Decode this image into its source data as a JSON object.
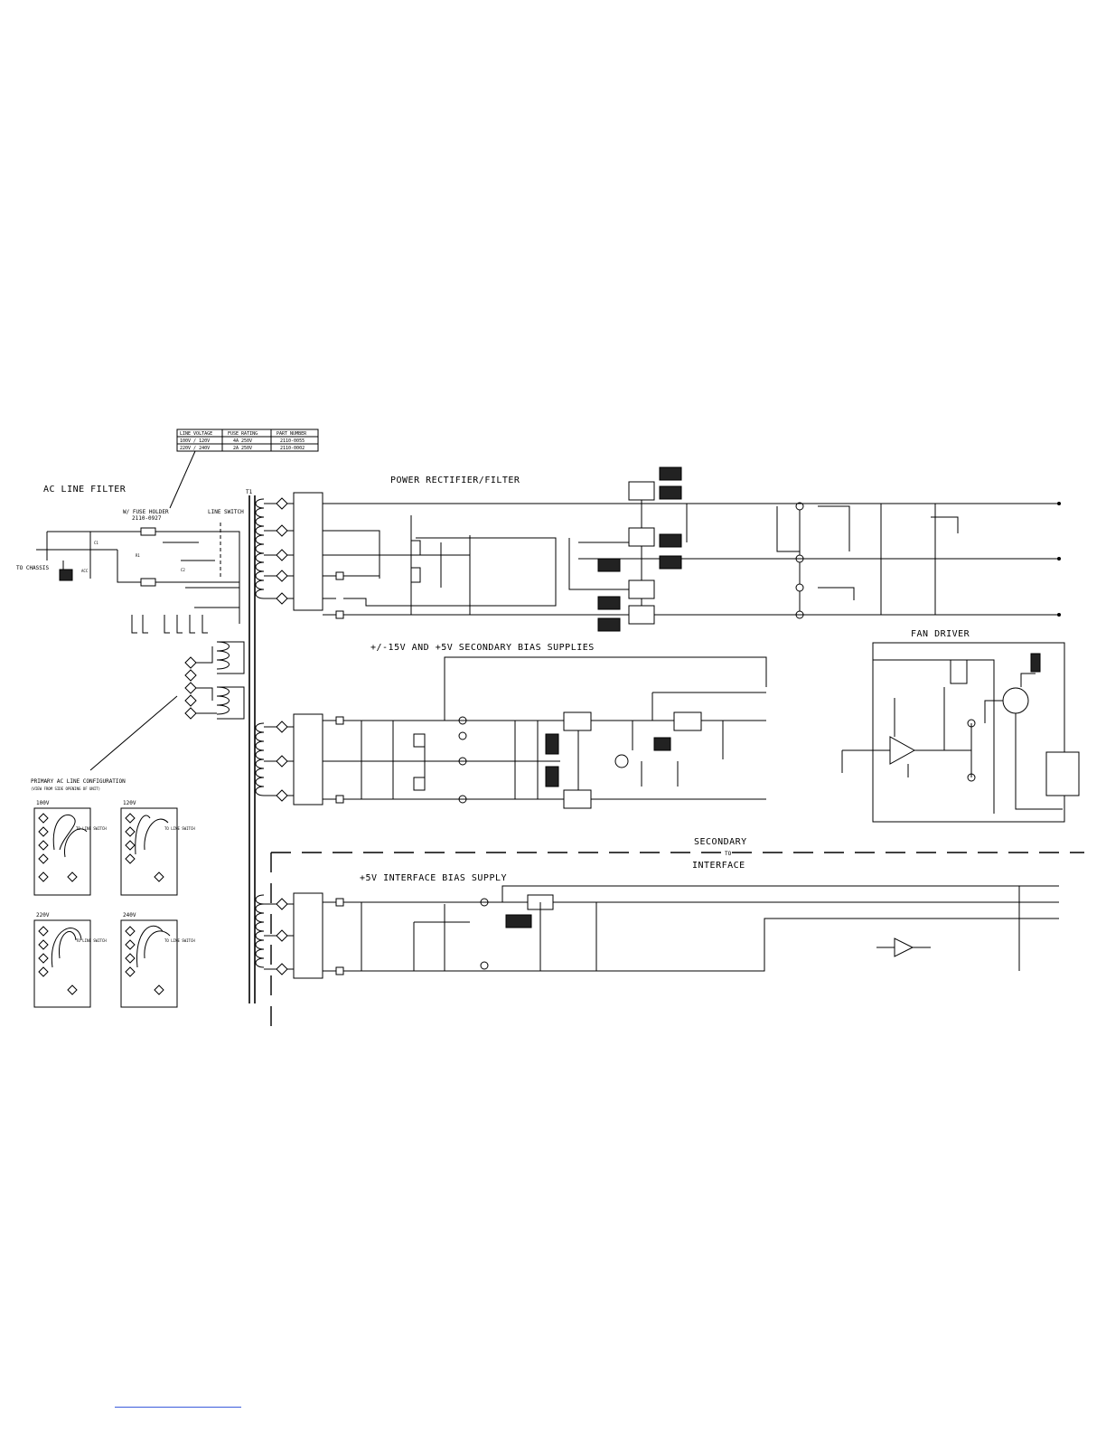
{
  "sections": {
    "ac_line_filter": "AC LINE FILTER",
    "power_rectifier": "POWER RECTIFIER/FILTER",
    "bias_supplies": "+/-15V AND +5V SECONDARY BIAS SUPPLIES",
    "fan_driver": "FAN DRIVER",
    "secondary": "SECONDARY",
    "to": "TO",
    "interface": "INTERFACE",
    "interface_bias": "+5V INTERFACE BIAS SUPPLY",
    "primary_config": "PRIMARY AC LINE CONFIGURATION",
    "primary_config_sub": "(VIEW FROM SIDE OPENING OF UNIT)",
    "transformer": "T1"
  },
  "fuse_table": {
    "headers": [
      "LINE VOLTAGE",
      "FUSE RATING",
      "PART NUMBER"
    ],
    "rows": [
      [
        "100V / 120V",
        "4A 250V",
        "2110-0055"
      ],
      [
        "220V / 240V",
        "2A 250V",
        "2110-0002"
      ]
    ]
  },
  "ac_filter": {
    "fuse_holder": "W/ FUSE HOLDER",
    "fuse_holder_pn": "2110-0927",
    "line_switch": "LINE SWITCH",
    "to_chassis": "TO CHASSIS"
  },
  "config_panels": [
    {
      "voltage": "100V",
      "label": "TO LINE SWITCH"
    },
    {
      "voltage": "120V",
      "label": "TO LINE SWITCH"
    },
    {
      "voltage": "220V",
      "label": "TO LINE SWITCH"
    },
    {
      "voltage": "240V",
      "label": "TO LINE SWITCH"
    }
  ],
  "colors": {
    "ink": "#000000",
    "link": "#3b5bdb",
    "paper": "#ffffff"
  }
}
